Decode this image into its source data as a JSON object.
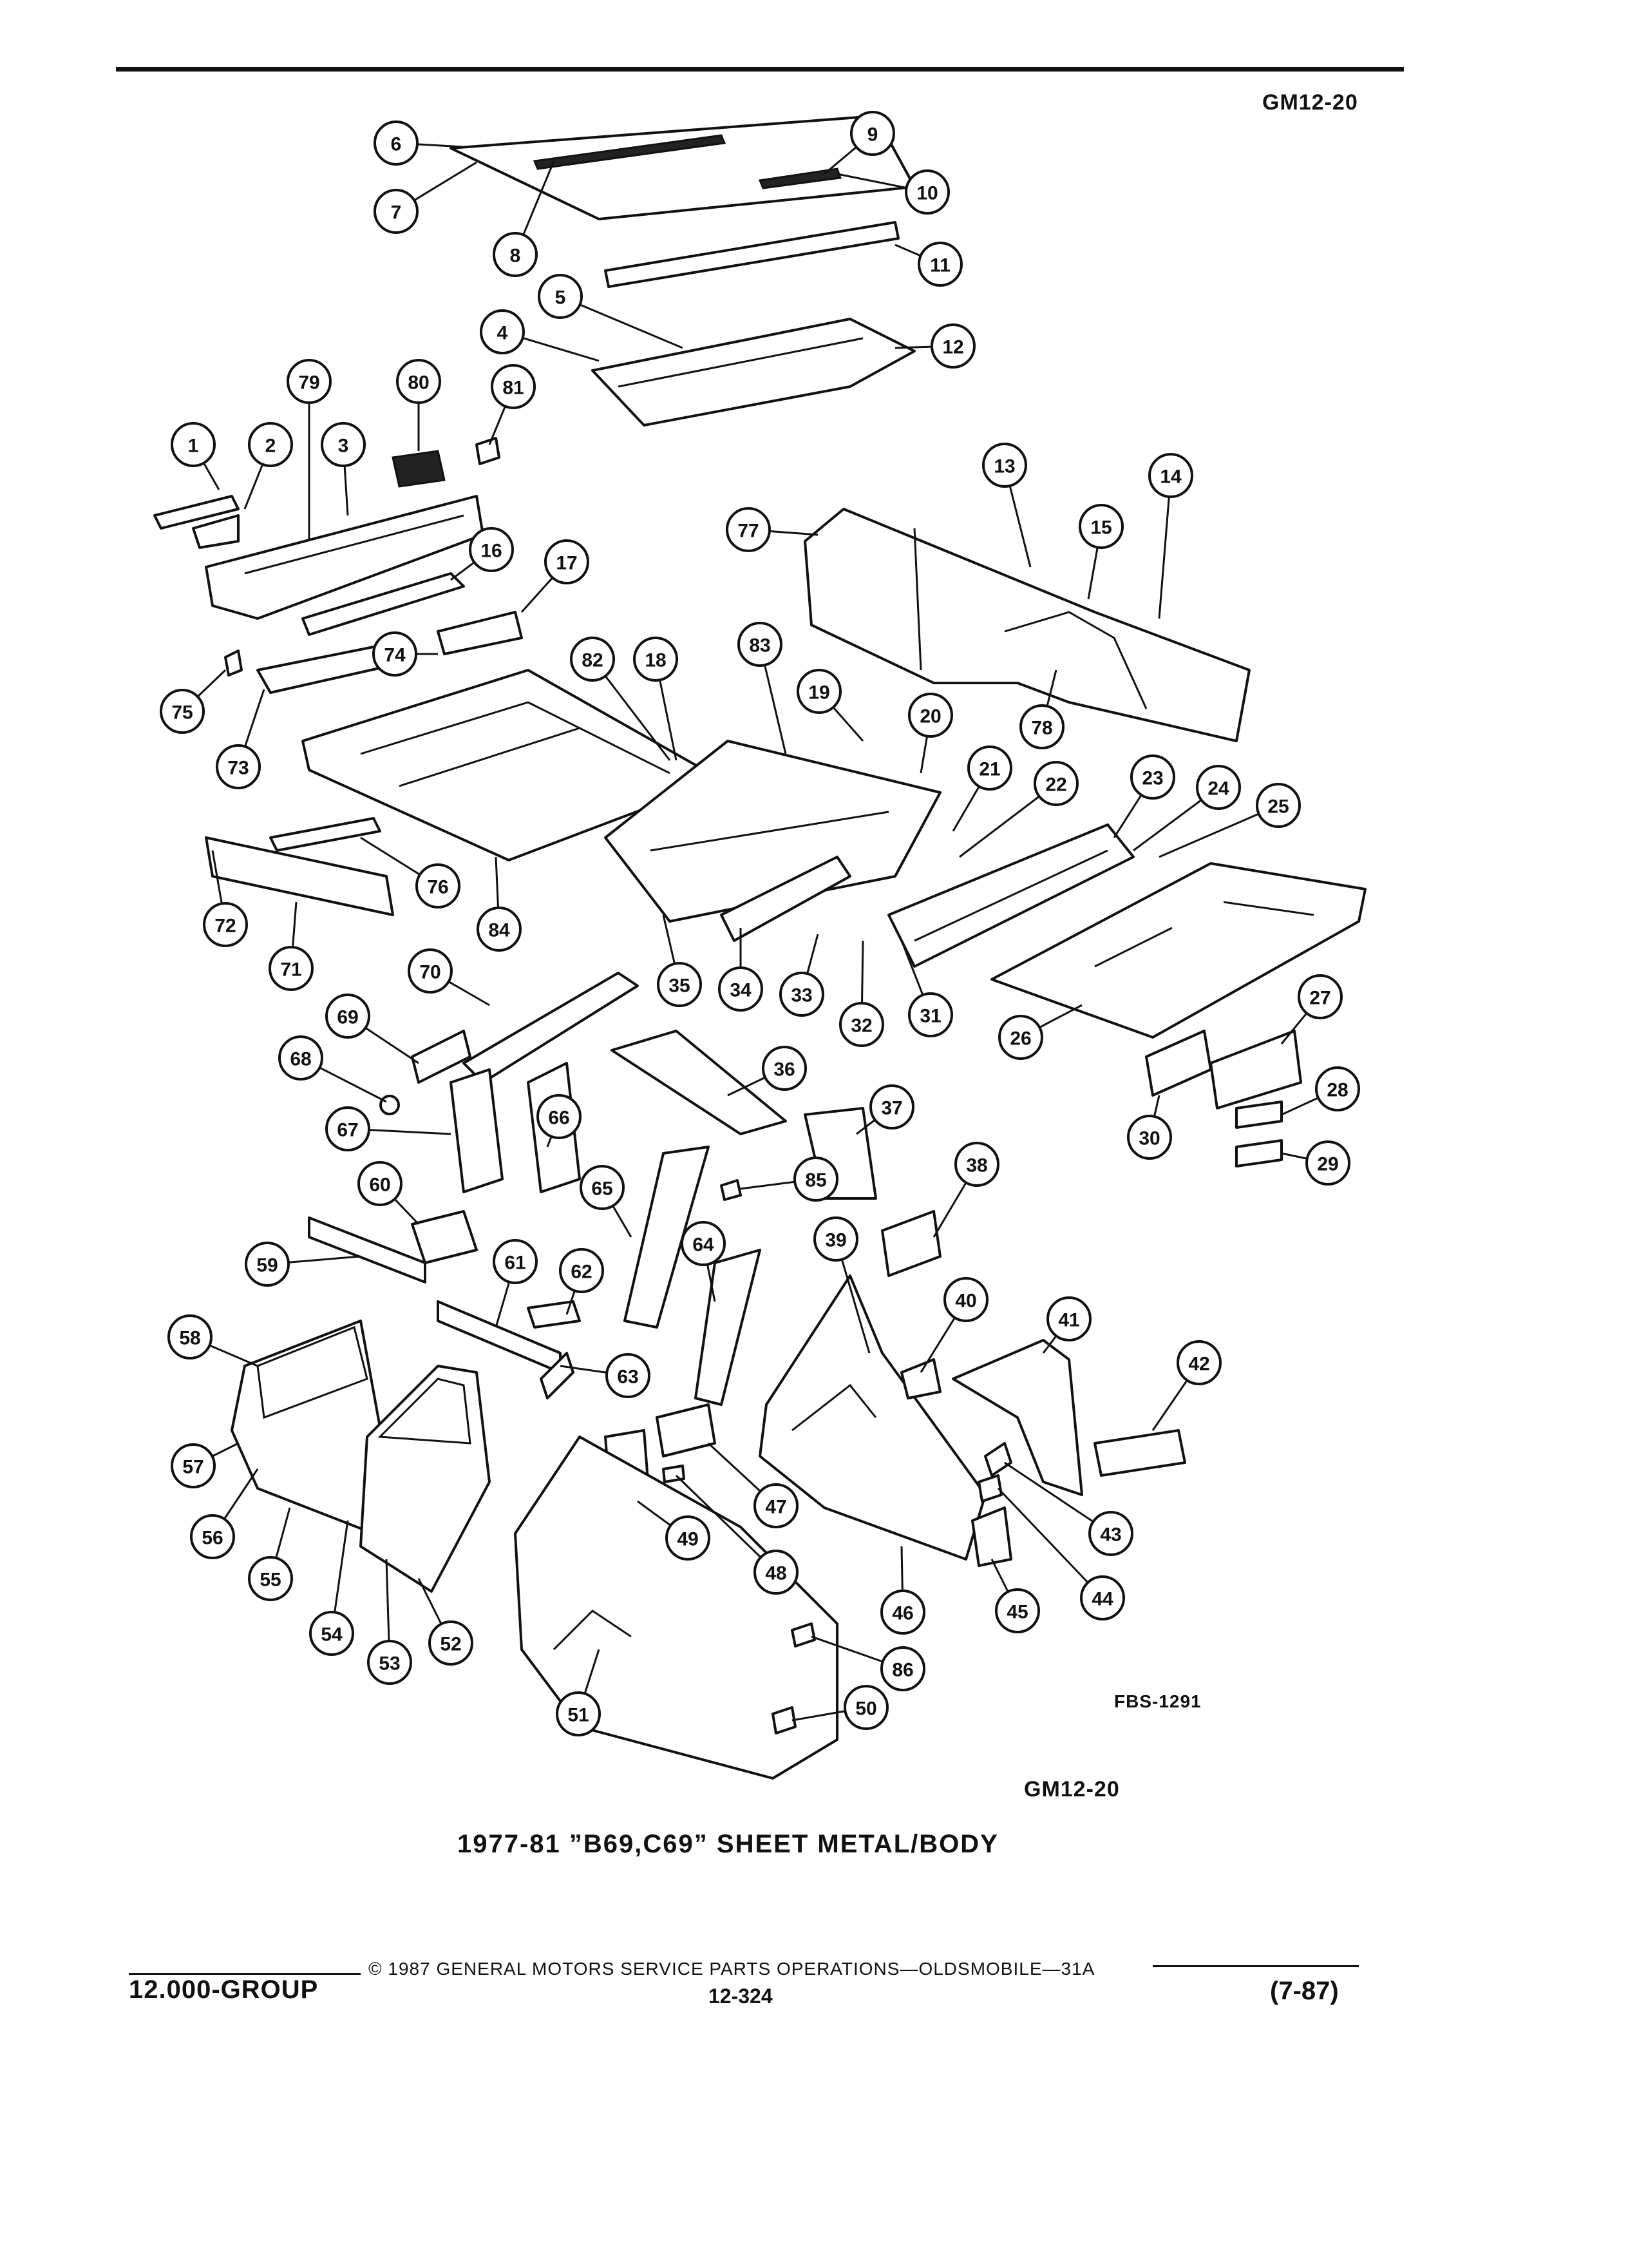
{
  "header": {
    "code_top": "GM12-20"
  },
  "diagram": {
    "ref_code": "FBS-1291",
    "code_bottom": "GM12-20",
    "callouts": [
      "1",
      "2",
      "3",
      "4",
      "5",
      "6",
      "7",
      "8",
      "9",
      "10",
      "11",
      "12",
      "13",
      "14",
      "15",
      "16",
      "17",
      "18",
      "19",
      "20",
      "21",
      "22",
      "23",
      "24",
      "25",
      "26",
      "27",
      "28",
      "29",
      "30",
      "31",
      "32",
      "33",
      "34",
      "35",
      "36",
      "37",
      "38",
      "39",
      "40",
      "41",
      "42",
      "43",
      "44",
      "45",
      "46",
      "47",
      "48",
      "49",
      "50",
      "51",
      "52",
      "53",
      "54",
      "55",
      "56",
      "57",
      "58",
      "59",
      "60",
      "61",
      "62",
      "63",
      "64",
      "65",
      "66",
      "67",
      "68",
      "69",
      "70",
      "71",
      "72",
      "73",
      "74",
      "75",
      "76",
      "77",
      "78",
      "79",
      "80",
      "81",
      "82",
      "83",
      "84",
      "85",
      "86"
    ]
  },
  "caption": "1977-81 ”B69,C69” SHEET METAL/BODY",
  "footer": {
    "copyright": "©  1987  GENERAL MOTORS SERVICE PARTS OPERATIONS—OLDSMOBILE—31A",
    "group": "12.000-GROUP",
    "page": "12-324",
    "revision": "(7-87)"
  }
}
